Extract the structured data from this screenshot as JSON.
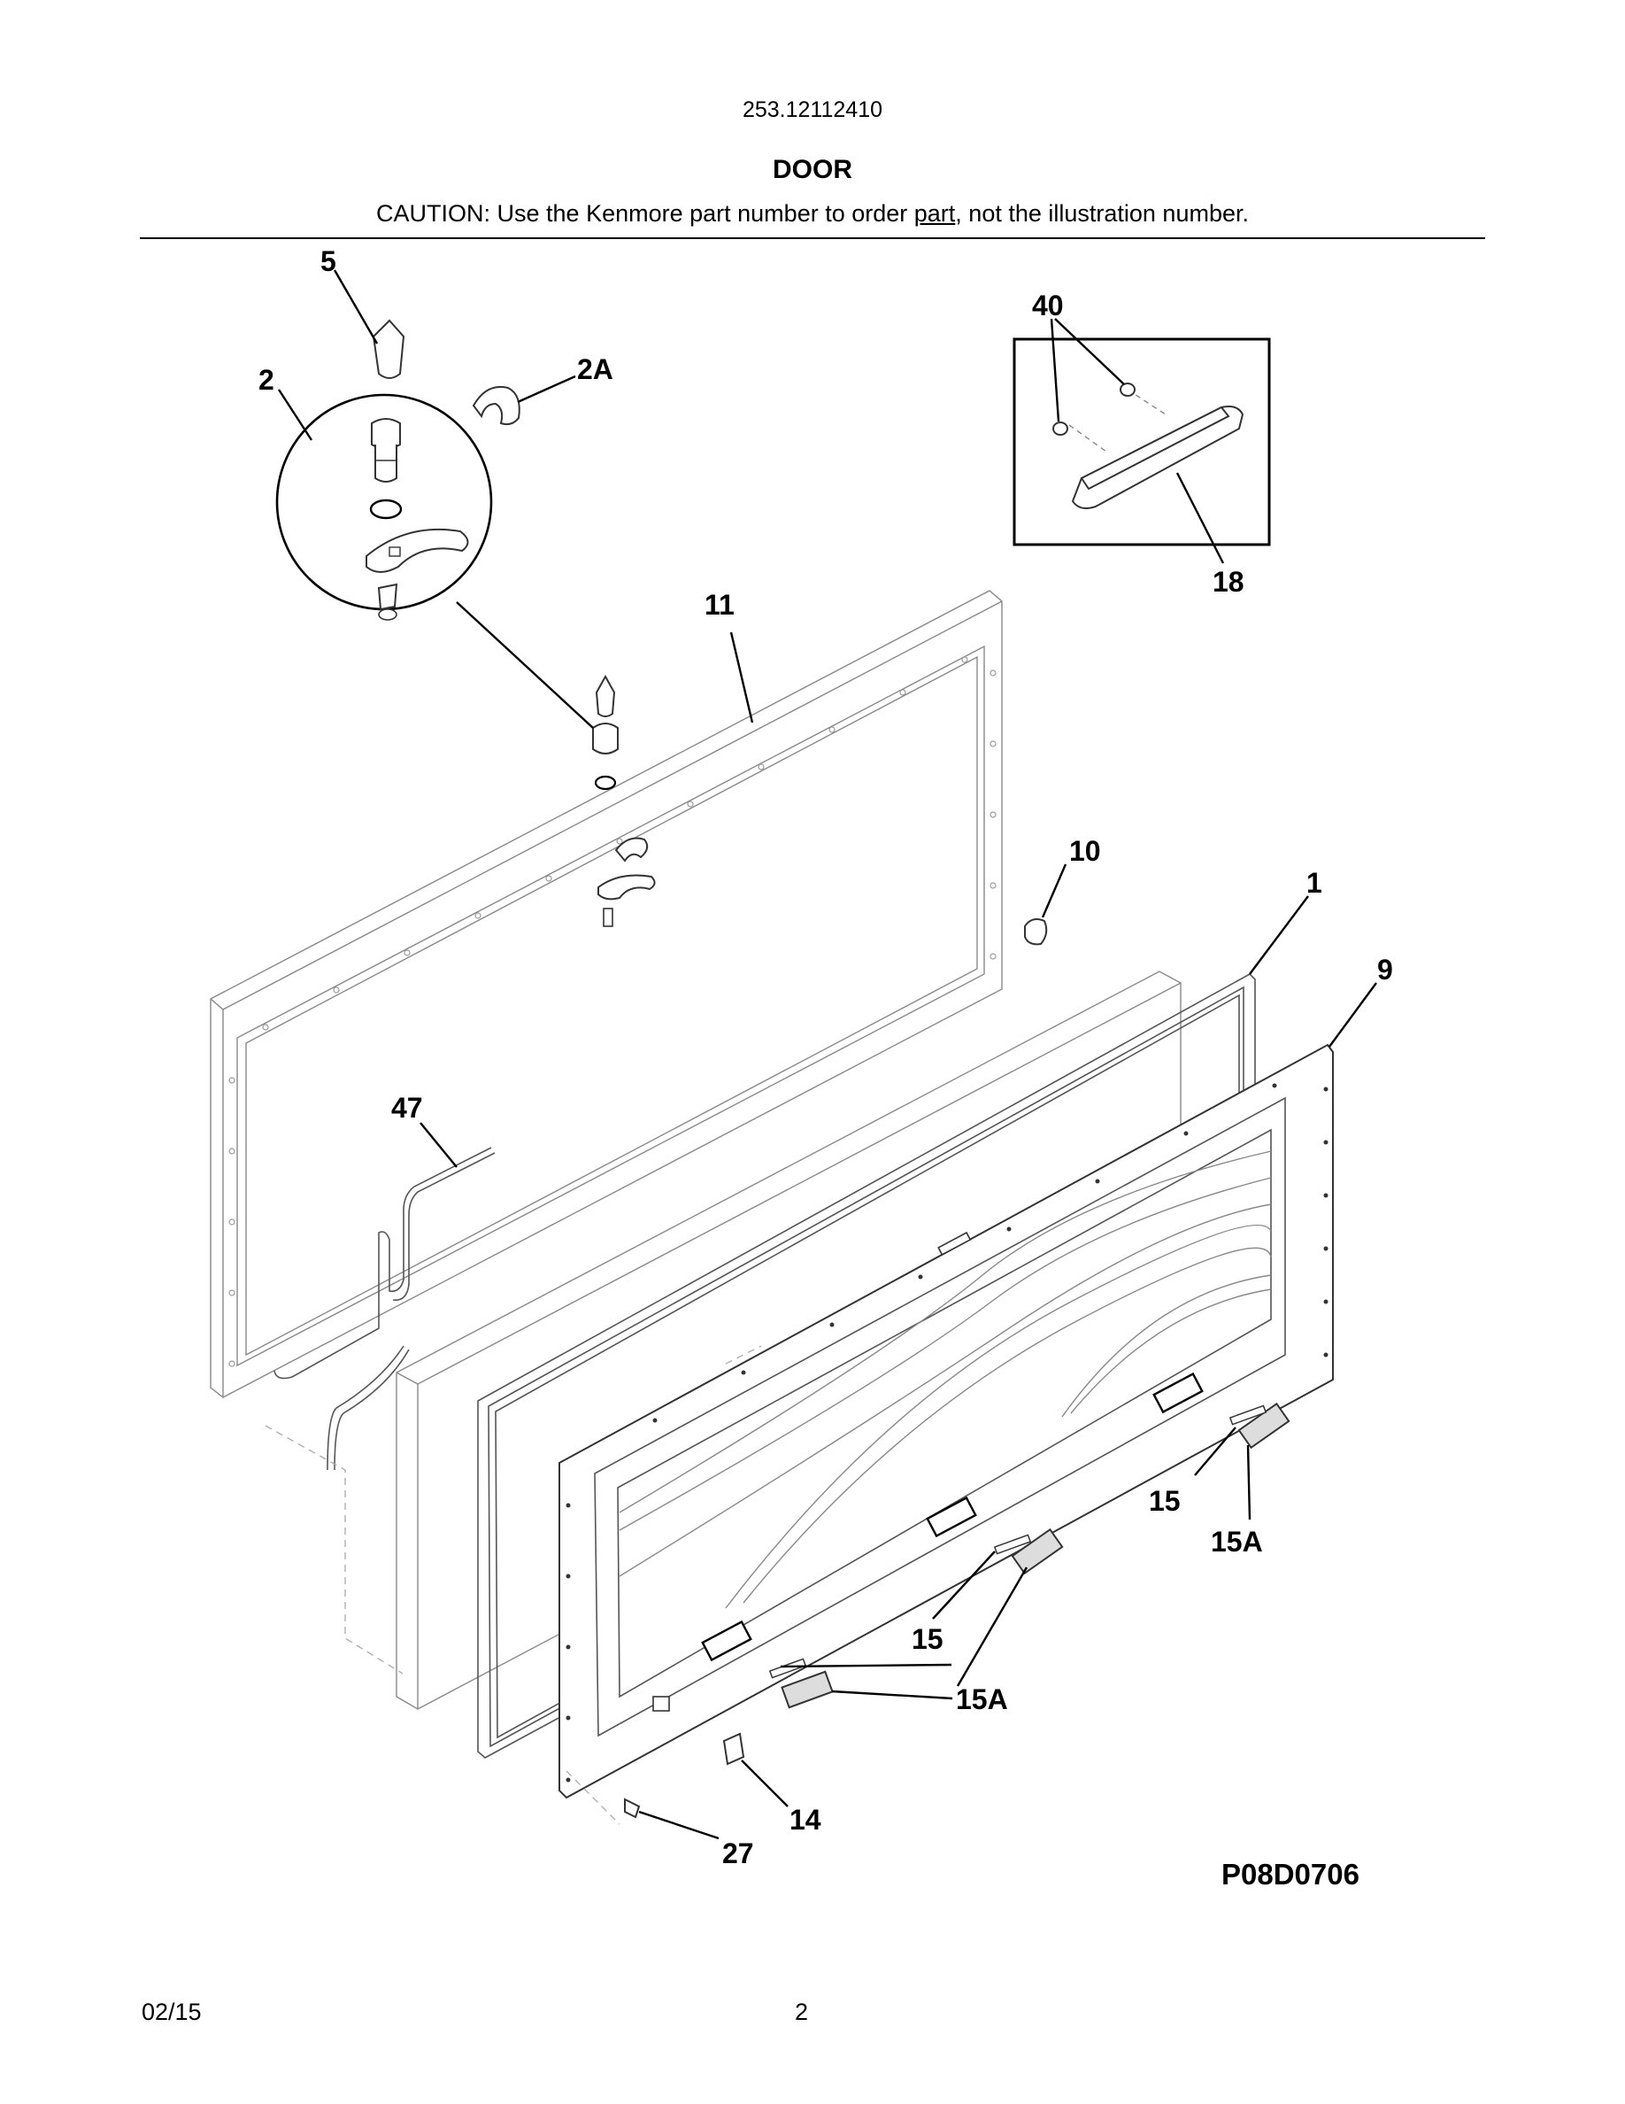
{
  "header": {
    "model_number": "253.12112410",
    "section_title": "DOOR",
    "caution_before": "CAUTION: Use the Kenmore part number to order ",
    "caution_underlined": "part",
    "caution_after": ", not the illustration number."
  },
  "callouts": {
    "c5": "5",
    "c2": "2",
    "c2a": "2A",
    "c40": "40",
    "c18": "18",
    "c11": "11",
    "c10": "10",
    "c1": "1",
    "c9": "9",
    "c47": "47",
    "c15_right": "15",
    "c15a_right": "15A",
    "c15_mid": "15",
    "c15a_mid": "15A",
    "c14": "14",
    "c27": "27"
  },
  "diagram_code": "P08D0706",
  "footer": {
    "date": "02/15",
    "page": "2"
  }
}
